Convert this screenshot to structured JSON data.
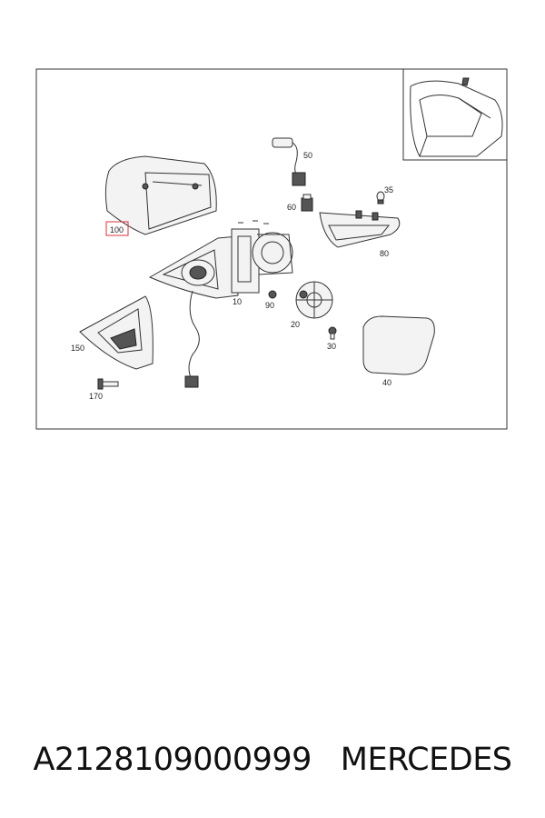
{
  "diagram": {
    "labels": {
      "p10": "10",
      "p20": "20",
      "p30": "30",
      "p35": "35",
      "p40": "40",
      "p50": "50",
      "p60": "60",
      "p80": "80",
      "p90": "90",
      "p100": "100",
      "p150": "150",
      "p170": "170"
    },
    "highlight_color": "#d9323a"
  },
  "caption": {
    "part_number": "A2128109000999",
    "gap": "   ",
    "brand": "MERCEDES"
  }
}
